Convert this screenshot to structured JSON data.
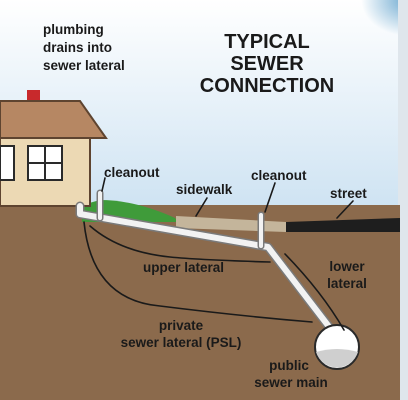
{
  "title": [
    "TYPICAL",
    "SEWER",
    "CONNECTION"
  ],
  "note": [
    "plumbing",
    "drains into",
    "sewer lateral"
  ],
  "labels": {
    "cleanout_left": "cleanout",
    "cleanout_right": "cleanout",
    "sidewalk": "sidewalk",
    "street": "street",
    "upper_lateral": "upper lateral",
    "lower_lateral": [
      "lower",
      "lateral"
    ],
    "psl": [
      "private",
      "sewer lateral (PSL)"
    ],
    "sewer_main": [
      "public",
      "sewer main"
    ]
  },
  "colors": {
    "sky": "#cfe4f3",
    "soil": "#8b6a4c",
    "soil_dark": "#5e4430",
    "house_wall": "#ecd9b4",
    "roof": "#b68763",
    "chimney": "#c8292c",
    "grass": "#3f9b3a",
    "sidewalk": "#c4b59b",
    "street": "#1e1e1e",
    "pipe": "#f2f2f2",
    "water": "#cfcfcf"
  }
}
